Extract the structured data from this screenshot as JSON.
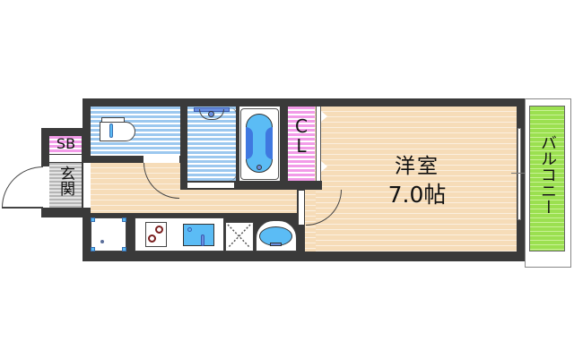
{
  "floor_plan": {
    "rooms": {
      "western_room": {
        "name": "洋室",
        "size": "7.0帖"
      },
      "balcony": {
        "name": "バルコニー"
      },
      "closet": {
        "name": "CL"
      },
      "shoe_box": {
        "name": "SB"
      },
      "entrance": {
        "name": "玄関"
      }
    },
    "fixtures": [
      "toilet-icon",
      "bathtub-icon",
      "washbasin-icon",
      "stove-icon",
      "kitchen-sink-icon",
      "fridge-space-icon",
      "washing-machine-space-icon"
    ],
    "colors": {
      "wall": "#3a3a3a",
      "wood_floor": "#f6dcb8",
      "wet_area": "#9cc8ef",
      "closet": "#f29be8",
      "balcony": "#9be050",
      "fixture_blue": "#5bbcf5"
    }
  }
}
